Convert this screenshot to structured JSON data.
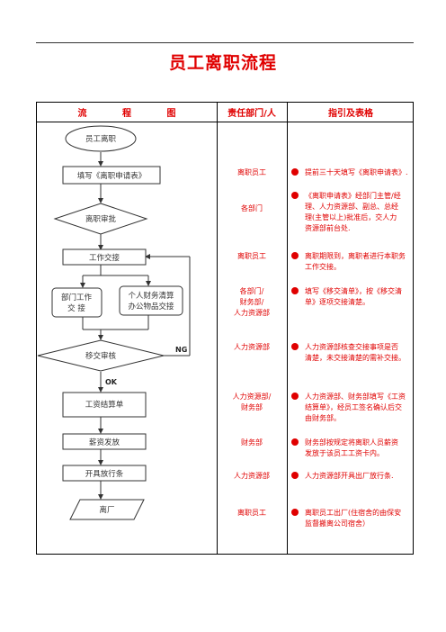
{
  "title": "员工离职流程",
  "headers": {
    "flow": [
      "流",
      "程",
      "图"
    ],
    "dept": "责任部门/人",
    "guide": "指引及表格"
  },
  "flow": {
    "start": "员工离职",
    "fill_form": "填写《离职申请表》",
    "approve": "离职审批",
    "handover": "工作交接",
    "dept_handover": [
      "部门工作",
      "交 接"
    ],
    "finance_handover": [
      "个人财务清算",
      "办公物品交接"
    ],
    "review": "移交审核",
    "ng": "NG",
    "ok": "OK",
    "wage_sheet": "工资结算单",
    "pay": "薪资发放",
    "release_note": "开具放行条",
    "leave": "离厂"
  },
  "rows": [
    {
      "dept": [
        "离职员工"
      ],
      "guide": [
        "提前三十天填写《离职申请表》."
      ]
    },
    {
      "dept": [
        "各部门"
      ],
      "guide": [
        "《离职申请表》经部门主管/经",
        "理、人力资源部、副总、总经",
        "理(主管以上)批准后，交人力",
        "资源部前台处."
      ]
    },
    {
      "dept": [
        "离职员工"
      ],
      "guide": [
        "离职期限到，离职者进行本职务",
        "工作交接。"
      ]
    },
    {
      "dept": [
        "各部门/",
        "财务部/",
        "人力资源部"
      ],
      "guide": [
        "填写《移交清单》，按《移交清",
        "单》逐项交接清楚。"
      ]
    },
    {
      "dept": [
        "人力资源部"
      ],
      "guide": [
        "人力资源部核查交接事项是否",
        "清楚，未交接清楚的需补交接。"
      ]
    },
    {
      "dept": [
        "人力资源部/",
        "财务部"
      ],
      "guide": [
        "人力资源部、财务部填写《工资",
        "结算单》，经员工签名确认后交",
        "由财务部。"
      ]
    },
    {
      "dept": [
        "财务部"
      ],
      "guide": [
        "财务部按规定将离职人员薪资",
        "发放于该员工工资卡内。"
      ]
    },
    {
      "dept": [
        "人力资源部"
      ],
      "guide": [
        "人力资源部开具出厂放行条."
      ]
    },
    {
      "dept": [
        "离职员工"
      ],
      "guide": [
        "离职员工出厂(住宿舍的由保安",
        "监督搬离公司宿舍）"
      ]
    }
  ]
}
